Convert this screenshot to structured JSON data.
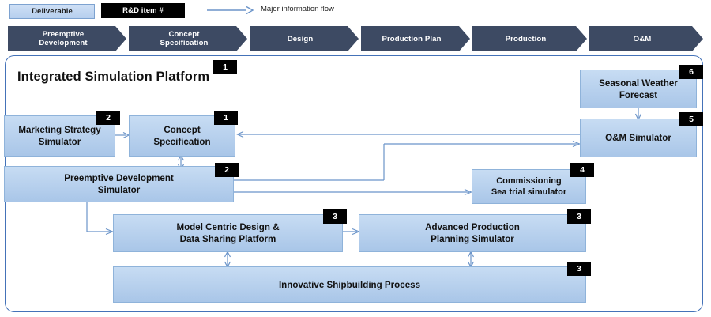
{
  "legend": {
    "deliverable_label": "Deliverable",
    "rnd_item_label": "R&D item #",
    "flow_label": "Major information flow",
    "arrow_icon": "arrow-right-icon",
    "deliverable_color": "#b6cfee",
    "rnd_color": "#000000",
    "flow_color": "#4472b8"
  },
  "phases": {
    "color": "#3d4a63",
    "text_color": "#ffffff",
    "items": [
      {
        "label": "Preemptive\nDevelopment",
        "line1": "Preemptive",
        "line2": "Development"
      },
      {
        "label": "Concept\nSpecification",
        "line1": "Concept",
        "line2": "Specification"
      },
      {
        "label": "Design",
        "line1": "Design",
        "line2": ""
      },
      {
        "label": "Production Plan",
        "line1": "Production Plan",
        "line2": ""
      },
      {
        "label": "Production",
        "line1": "Production",
        "line2": ""
      },
      {
        "label": "O&M",
        "line1": "O&M",
        "line2": ""
      }
    ]
  },
  "platform": {
    "title": "Integrated Simulation Platform",
    "title_badge": "1",
    "border_color": "#4472b8",
    "node_fill": "#b7d1ec",
    "node_border": "#8fb3da"
  },
  "nodes": [
    {
      "id": "marketing-strategy-simulator",
      "line1": "Marketing Strategy",
      "line2": "Simulator",
      "badge": "2"
    },
    {
      "id": "concept-specification",
      "line1": "Concept",
      "line2": "Specification",
      "badge": "1"
    },
    {
      "id": "seasonal-weather-forecast",
      "line1": "Seasonal Weather",
      "line2": "Forecast",
      "badge": "6"
    },
    {
      "id": "om-simulator",
      "line1": "O&M Simulator",
      "line2": "",
      "badge": "5"
    },
    {
      "id": "preemptive-development-simulator",
      "line1": "Preemptive Development",
      "line2": "Simulator",
      "badge": "2"
    },
    {
      "id": "commissioning-sea-trial-simulator",
      "line1": "Commissioning",
      "line2": "Sea trial simulator",
      "badge": "4"
    },
    {
      "id": "model-centric-design-data-sharing-platform",
      "line1": "Model Centric Design &",
      "line2": "Data Sharing Platform",
      "badge": "3"
    },
    {
      "id": "advanced-production-planning-simulator",
      "line1": "Advanced Production",
      "line2": "Planning Simulator",
      "badge": "3"
    },
    {
      "id": "innovative-shipbuilding-process",
      "line1": "Innovative Shipbuilding Process",
      "line2": "",
      "badge": "3"
    }
  ]
}
